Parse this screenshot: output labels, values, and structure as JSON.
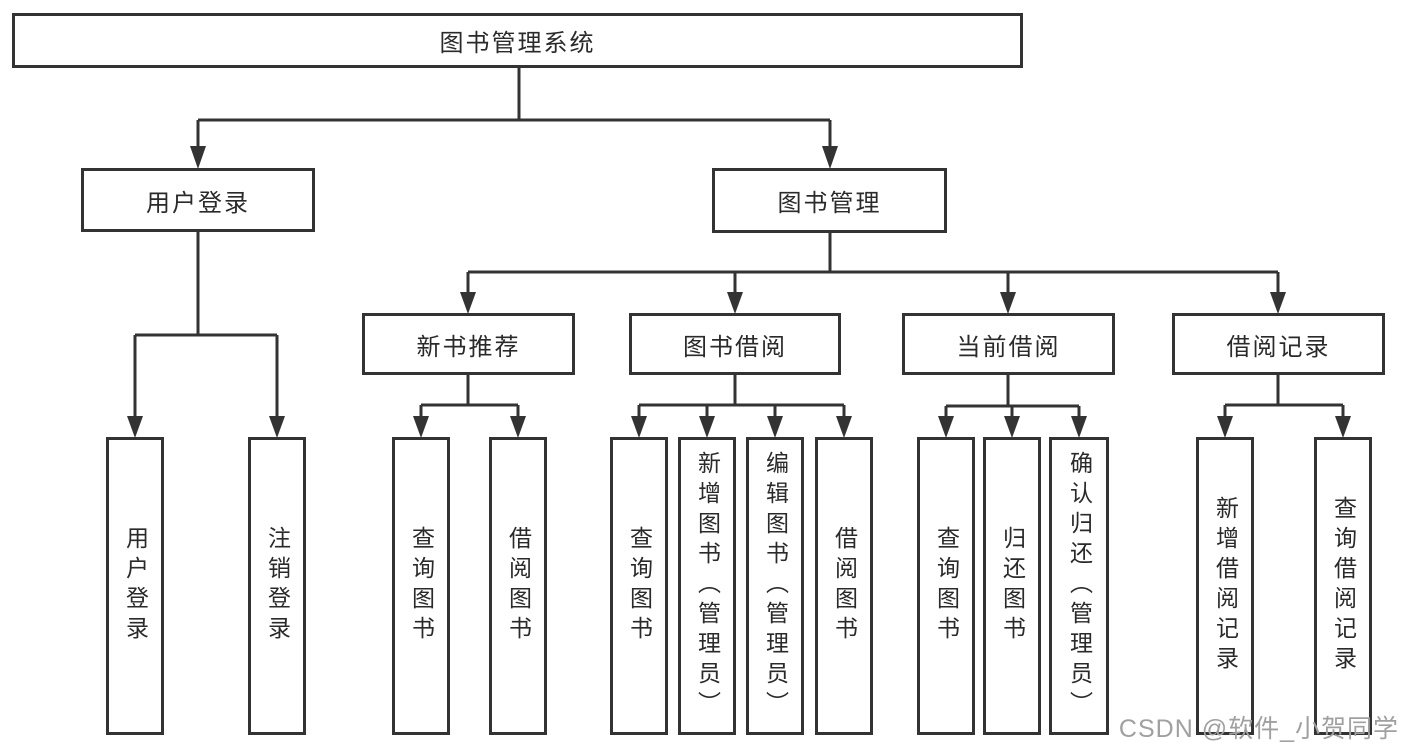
{
  "diagram": {
    "type": "tree",
    "root": {
      "label": "图书管理系统"
    },
    "level2": [
      {
        "label": "用户登录"
      },
      {
        "label": "图书管理"
      }
    ],
    "level3": [
      {
        "label": "新书推荐"
      },
      {
        "label": "图书借阅"
      },
      {
        "label": "当前借阅"
      },
      {
        "label": "借阅记录"
      }
    ],
    "leaves": {
      "user_login": [
        {
          "label": "用户登录"
        },
        {
          "label": "注销登录"
        }
      ],
      "new_book": [
        {
          "label": "查询图书"
        },
        {
          "label": "借阅图书"
        }
      ],
      "book_borrow": [
        {
          "label": "查询图书"
        },
        {
          "label": "新增图书（管理员）"
        },
        {
          "label": "编辑图书（管理员）"
        },
        {
          "label": "借阅图书"
        }
      ],
      "current_borrow": [
        {
          "label": "查询图书"
        },
        {
          "label": "归还图书"
        },
        {
          "label": "确认归还（管理员）"
        }
      ],
      "borrow_record": [
        {
          "label": "新增借阅记录"
        },
        {
          "label": "查询借阅记录"
        }
      ]
    },
    "watermark": "CSDN @软件_小贺同学",
    "colors": {
      "line": "#333333",
      "text": "#2a2a2a",
      "background": "#ffffff",
      "watermark": "#a0a0a0"
    }
  }
}
